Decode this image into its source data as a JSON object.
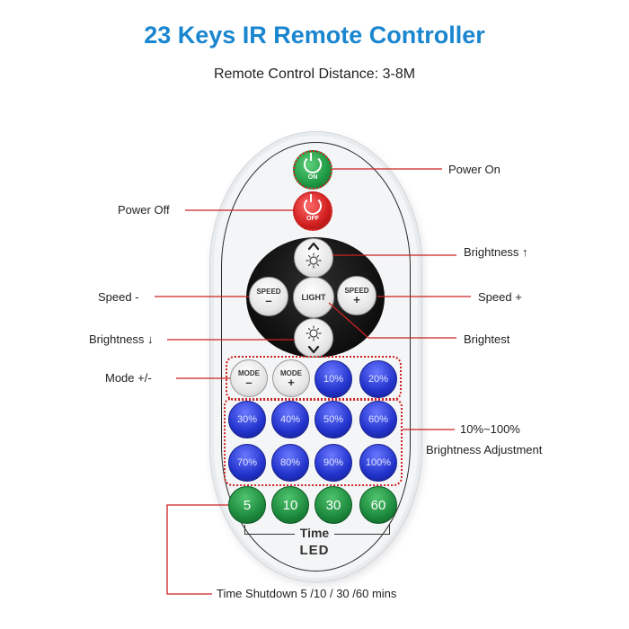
{
  "title": "23 Keys IR Remote Controller",
  "subtitle": "Remote Control Distance: 3-8M",
  "labels": {
    "power_on": "Power On",
    "power_off": "Power Off",
    "brightness_up": "Brightness ↑",
    "speed_minus": "Speed -",
    "speed_plus": "Speed +",
    "brightness_down": "Brightness ↓",
    "brightest": "Brightest",
    "mode": "Mode +/-",
    "brightness_range": "10%~100%",
    "brightness_adjustment": "Brightness Adjustment",
    "time_shutdown": "Time Shutdown 5 /10 / 30 /60 mins"
  },
  "remote": {
    "on_text": "ON",
    "off_text": "OFF",
    "speed_minus_top": "SPEED",
    "speed_minus_bottom": "–",
    "speed_plus_top": "SPEED",
    "speed_plus_bottom": "+",
    "light_text": "LIGHT",
    "mode_minus_top": "MODE",
    "mode_minus_bottom": "–",
    "mode_plus_top": "MODE",
    "mode_plus_bottom": "+",
    "brightness_buttons": [
      "10%",
      "20%",
      "30%",
      "40%",
      "50%",
      "60%",
      "70%",
      "80%",
      "90%",
      "100%"
    ],
    "timer_buttons": [
      "5",
      "10",
      "30",
      "60"
    ],
    "time_text": "Time",
    "led_text": "LED"
  },
  "colors": {
    "title": "#1a86cf",
    "leader_lines": "#cc2222",
    "on_button": "#1f9a44",
    "off_button": "#d21f1f",
    "brightness_buttons": "#2233cc",
    "timer_buttons": "#1d8a3d"
  }
}
